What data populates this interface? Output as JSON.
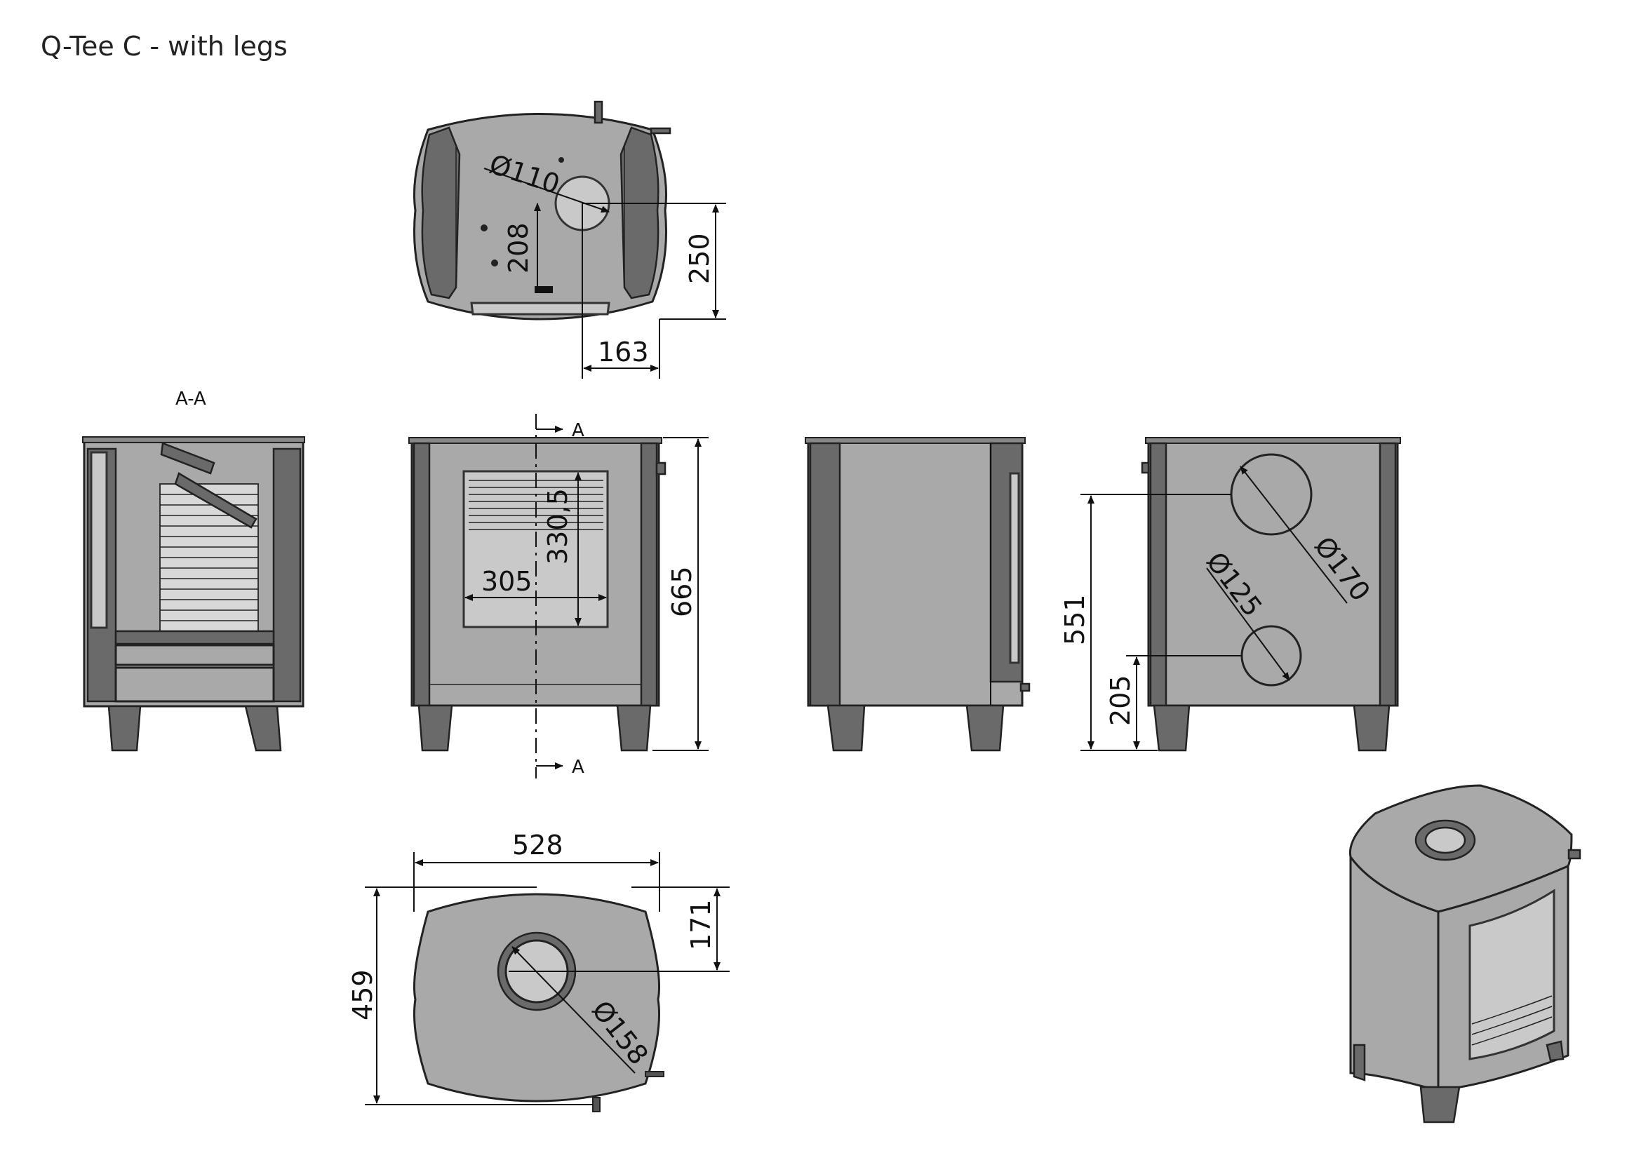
{
  "title": "Q-Tee C - with legs",
  "section_label": "A-A",
  "section_marker": "A",
  "dimensions": {
    "d110": "Ø110",
    "h208": "208",
    "h250": "250",
    "w163": "163",
    "glass_h": "330,5",
    "glass_w": "305",
    "total_h": "665",
    "h551": "551",
    "h205": "205",
    "d125": "Ø125",
    "d170": "Ø170",
    "width": "528",
    "depth": "459",
    "d171": "171",
    "d158": "Ø158"
  }
}
